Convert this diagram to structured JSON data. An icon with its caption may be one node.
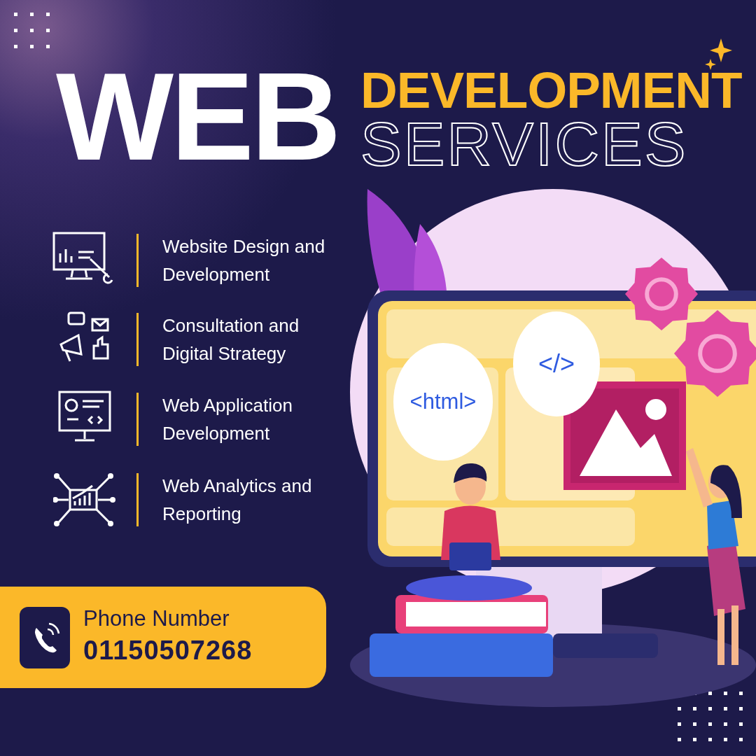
{
  "diagram": {
    "nodes": [
      {
        "text": [
          "Phone Number",
          "01150507268"
        ]
      },
      {
        "text": [
          "<html>"
        ]
      },
      {
        "text": [
          "</>"
        ]
      }
    ],
    "labels": [
      "WEB",
      "DEVELOPMENT",
      "SERVICES",
      "Website Design and Development",
      "Consultation and Digital Strategy",
      "Web Application Development",
      "Web Analytics and Reporting"
    ]
  }
}
